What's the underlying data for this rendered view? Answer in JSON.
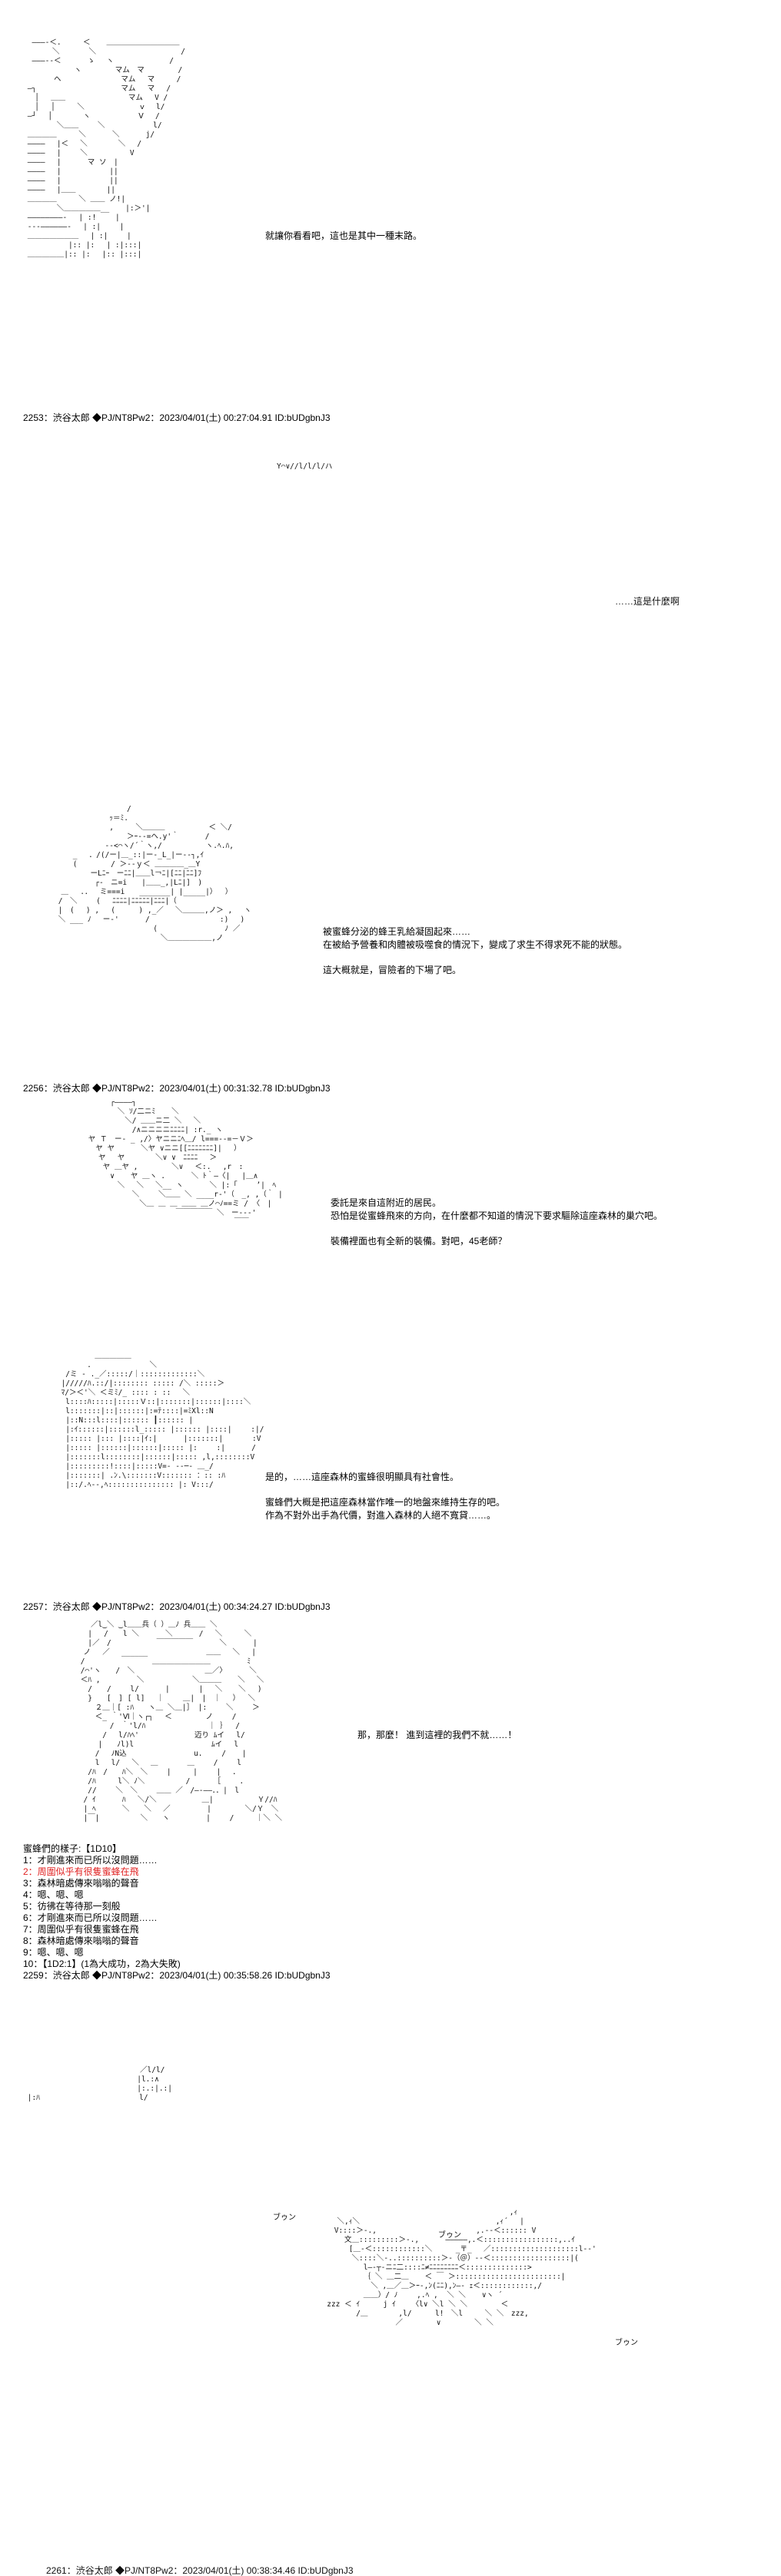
{
  "posts": [
    {
      "dialogue": [
        "就讓你看看吧，這也是其中一種末路。"
      ],
      "meta": "2253：渋谷太郎 ◆PJ/NT8Pw2：2023/04/01(土) 00:27:04.91 ID:bUDgbnJ3"
    },
    {
      "inline": "……這是什麼啊",
      "meta": ""
    },
    {
      "dialogue": [
        "被蜜蜂分泌的蜂王乳給凝固起來……",
        "在被給予營養和肉體被吸噬食的情況下，變成了求生不得求死不能的狀態。",
        "",
        "這大概就是，冒險者的下場了吧。"
      ],
      "meta": "2256：渋谷太郎 ◆PJ/NT8Pw2：2023/04/01(土) 00:31:32.78 ID:bUDgbnJ3"
    },
    {
      "dialogue": [
        "委託是來自這附近的居民。",
        "恐怕是從蜜蜂飛來的方向，在什麼都不知道的情況下要求驅除這座森林的巢穴吧。",
        "",
        "裝備裡面也有全新的裝備。對吧，45老師？"
      ],
      "meta": ""
    },
    {
      "dialogue": [
        "是的，……這座森林的蜜蜂很明顯具有社會性。",
        "",
        "蜜蜂們大概是把這座森林當作唯一的地盤來維持生存的吧。",
        "作為不對外出手為代價，對進入森林的人絕不寬貸……。"
      ],
      "meta": "2257：渋谷太郎 ◆PJ/NT8Pw2：2023/04/01(土) 00:34:24.27 ID:bUDgbnJ3"
    },
    {
      "inline": "那，那麼！ 進到這裡的我們不就……！",
      "choices_title": "蜜蜂們的樣子:【1D10】",
      "choices": [
        "1：才剛進來而已所以沒問題……",
        "2：周圍似乎有很隻蜜蜂在飛",
        "3：森林暗處傳來嗡嗡的聲音",
        "4：嗯、嗯、嗯",
        "5：彷彿在等待那一刻般",
        "6：才剛進來而已所以沒問題……",
        "7：周圍似乎有很隻蜜蜂在飛",
        "8：森林暗處傳來嗡嗡的聲音",
        "9：嗯、嗯、嗯",
        "10：【1D2:1】(1為大成功，2為大失敗)"
      ],
      "highlight_index": 1,
      "meta": "2259：渋谷太郎 ◆PJ/NT8Pw2：2023/04/01(土) 00:35:58.26 ID:bUDgbnJ3"
    },
    {
      "sfx": [
        "ブゥン",
        "ブゥン",
        "ブゥン"
      ],
      "meta": "2261：渋谷太郎 ◆PJ/NT8Pw2：2023/04/01(土) 00:38:34.46 ID:bUDgbnJ3"
    }
  ],
  "colors": {
    "text": "#000000",
    "highlight": "#e02020",
    "background": "#ffffff"
  }
}
